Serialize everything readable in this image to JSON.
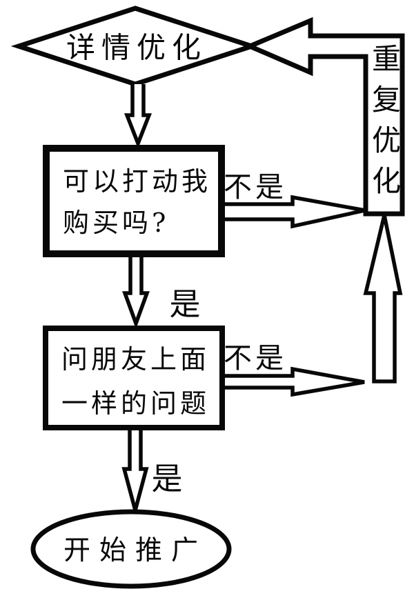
{
  "colors": {
    "ink": "#080808",
    "paper": "#ffffff"
  },
  "nodes": {
    "diamond": {
      "label": "详情优化"
    },
    "question1": {
      "line1": "可以打动我",
      "line2": "购买吗?"
    },
    "question2": {
      "line1": "问朋友上面",
      "line2": "一样的问题"
    },
    "terminal": {
      "label": "开始推广"
    },
    "repeat": {
      "label": "重复优化"
    }
  },
  "edges": {
    "yes1": "是",
    "yes2": "是",
    "no1": "不是",
    "no2": "不是"
  }
}
